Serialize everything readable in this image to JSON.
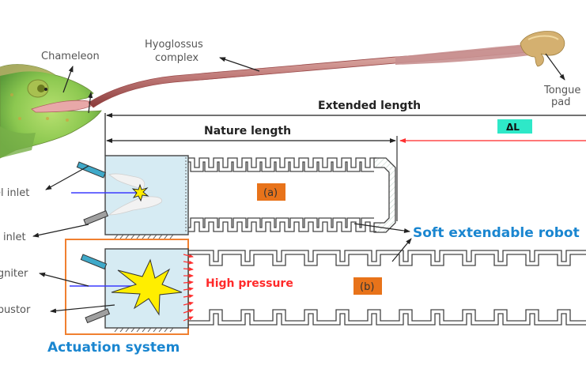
{
  "labels": {
    "chameleon": "Chameleon",
    "hyoglossus_line1": "Hyoglossus",
    "hyoglossus_line2": "complex",
    "tongue_pad_line1": "Tongue",
    "tongue_pad_line2": "pad",
    "extended_length": "Extended length",
    "nature_length": "Nature length",
    "delta_l": "ΔL",
    "fuel_inlet": "Fuel inlet",
    "air_inlet": "Air inlet",
    "igniter": "Igniter",
    "combustor": "Combustor",
    "actuation_system": "Actuation system",
    "soft_robot": "Soft extendable robot",
    "high_pressure": "High pressure",
    "state_a": "(a)",
    "state_b": "(b)"
  },
  "colors": {
    "combustor_fill": "#d6ebf3",
    "fuel_pipe": "#3fa9c9",
    "air_pipe": "#a0a0a0",
    "actuation_box": "#f08030",
    "badge_orange": "#e8731a",
    "delta_badge": "#2ee8c8",
    "delta_arrow": "#ff4a4a",
    "blue_text": "#1a86d0",
    "red_text": "#ff2a2a",
    "igniter_line": "#3b3bff",
    "explosion": "#ffee00",
    "tongue": "#b06a6a"
  }
}
